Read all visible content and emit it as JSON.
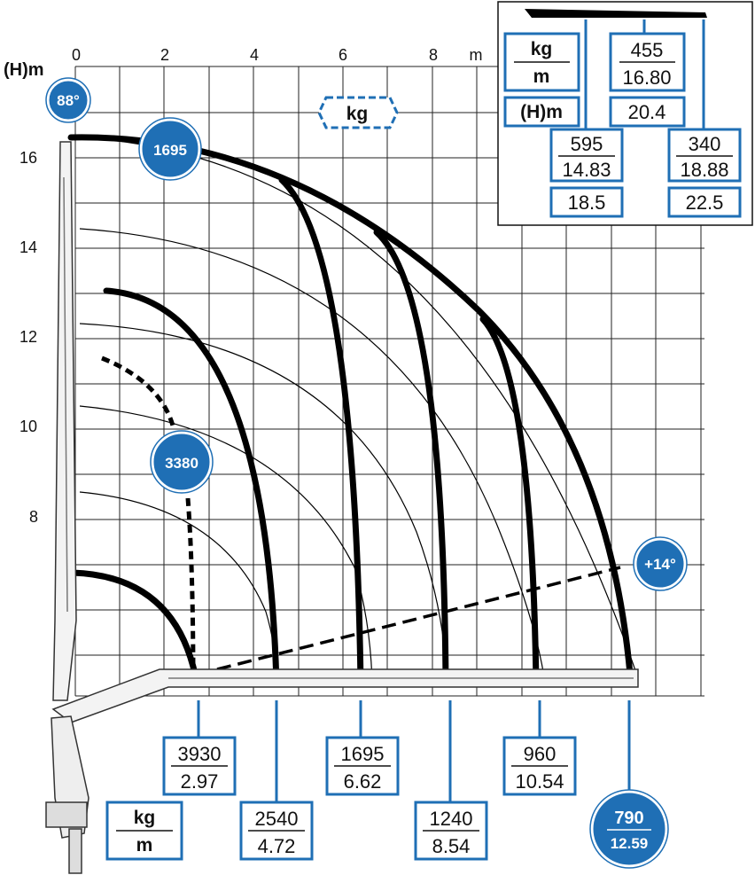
{
  "axes": {
    "unit_h": "(H)m",
    "unit_m": "m",
    "x_ticks": [
      "0",
      "2",
      "4",
      "6",
      "8"
    ],
    "y_ticks": [
      "16",
      "14",
      "12",
      "10",
      "8"
    ]
  },
  "legend_top": {
    "unit_kg": "kg"
  },
  "angles": {
    "max": "88°",
    "min": "+14°"
  },
  "reach_badges": [
    {
      "kg": "1695"
    },
    {
      "kg": "3380"
    }
  ],
  "inset": {
    "header_kg": "kg",
    "header_m": "m",
    "header_h": "(H)m",
    "entries": [
      {
        "kg": "455",
        "m": "16.80",
        "h": "20.4"
      },
      {
        "kg": "595",
        "m": "14.83",
        "h": "18.5"
      },
      {
        "kg": "340",
        "m": "18.88",
        "h": "22.5"
      }
    ]
  },
  "footer_key": {
    "kg": "kg",
    "m": "m"
  },
  "capacities": [
    {
      "kg": "3930",
      "m": "2.97"
    },
    {
      "kg": "2540",
      "m": "4.72"
    },
    {
      "kg": "1695",
      "m": "6.62"
    },
    {
      "kg": "1240",
      "m": "8.54"
    },
    {
      "kg": "960",
      "m": "10.54"
    },
    {
      "kg": "790",
      "m": "12.59"
    }
  ],
  "colors": {
    "badge": "#1f6fb5",
    "frame": "#1f6fb5",
    "curve": "#000000",
    "grid": "#222222"
  }
}
